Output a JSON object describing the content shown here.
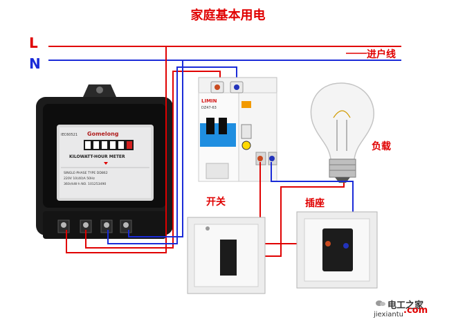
{
  "title": "家庭基本用电",
  "phase_l_label": "L",
  "phase_n_label": "N",
  "incoming_label": "进户线",
  "load_label": "负载",
  "switch_label": "开关",
  "socket_label": "插座",
  "meter": {
    "code": "IEC60521",
    "brand": "Gomelong",
    "name": "KILOWATT-HOUR METER",
    "spec_line1": "SINGLE-PHASE   TYPE  DD862",
    "spec_line2": "220V   10(40)A   50Hz",
    "spec_line3": "360r/kW·h   NO.  101253490"
  },
  "breaker": {
    "brand": "LIMIN",
    "model": "DZ47-63"
  },
  "watermark": {
    "site": "电工之家",
    "domain": "jiexiantu",
    "com": ".com"
  },
  "colors": {
    "live": "#e00000",
    "neutral": "#1a2bd8",
    "title": "#e00000"
  }
}
